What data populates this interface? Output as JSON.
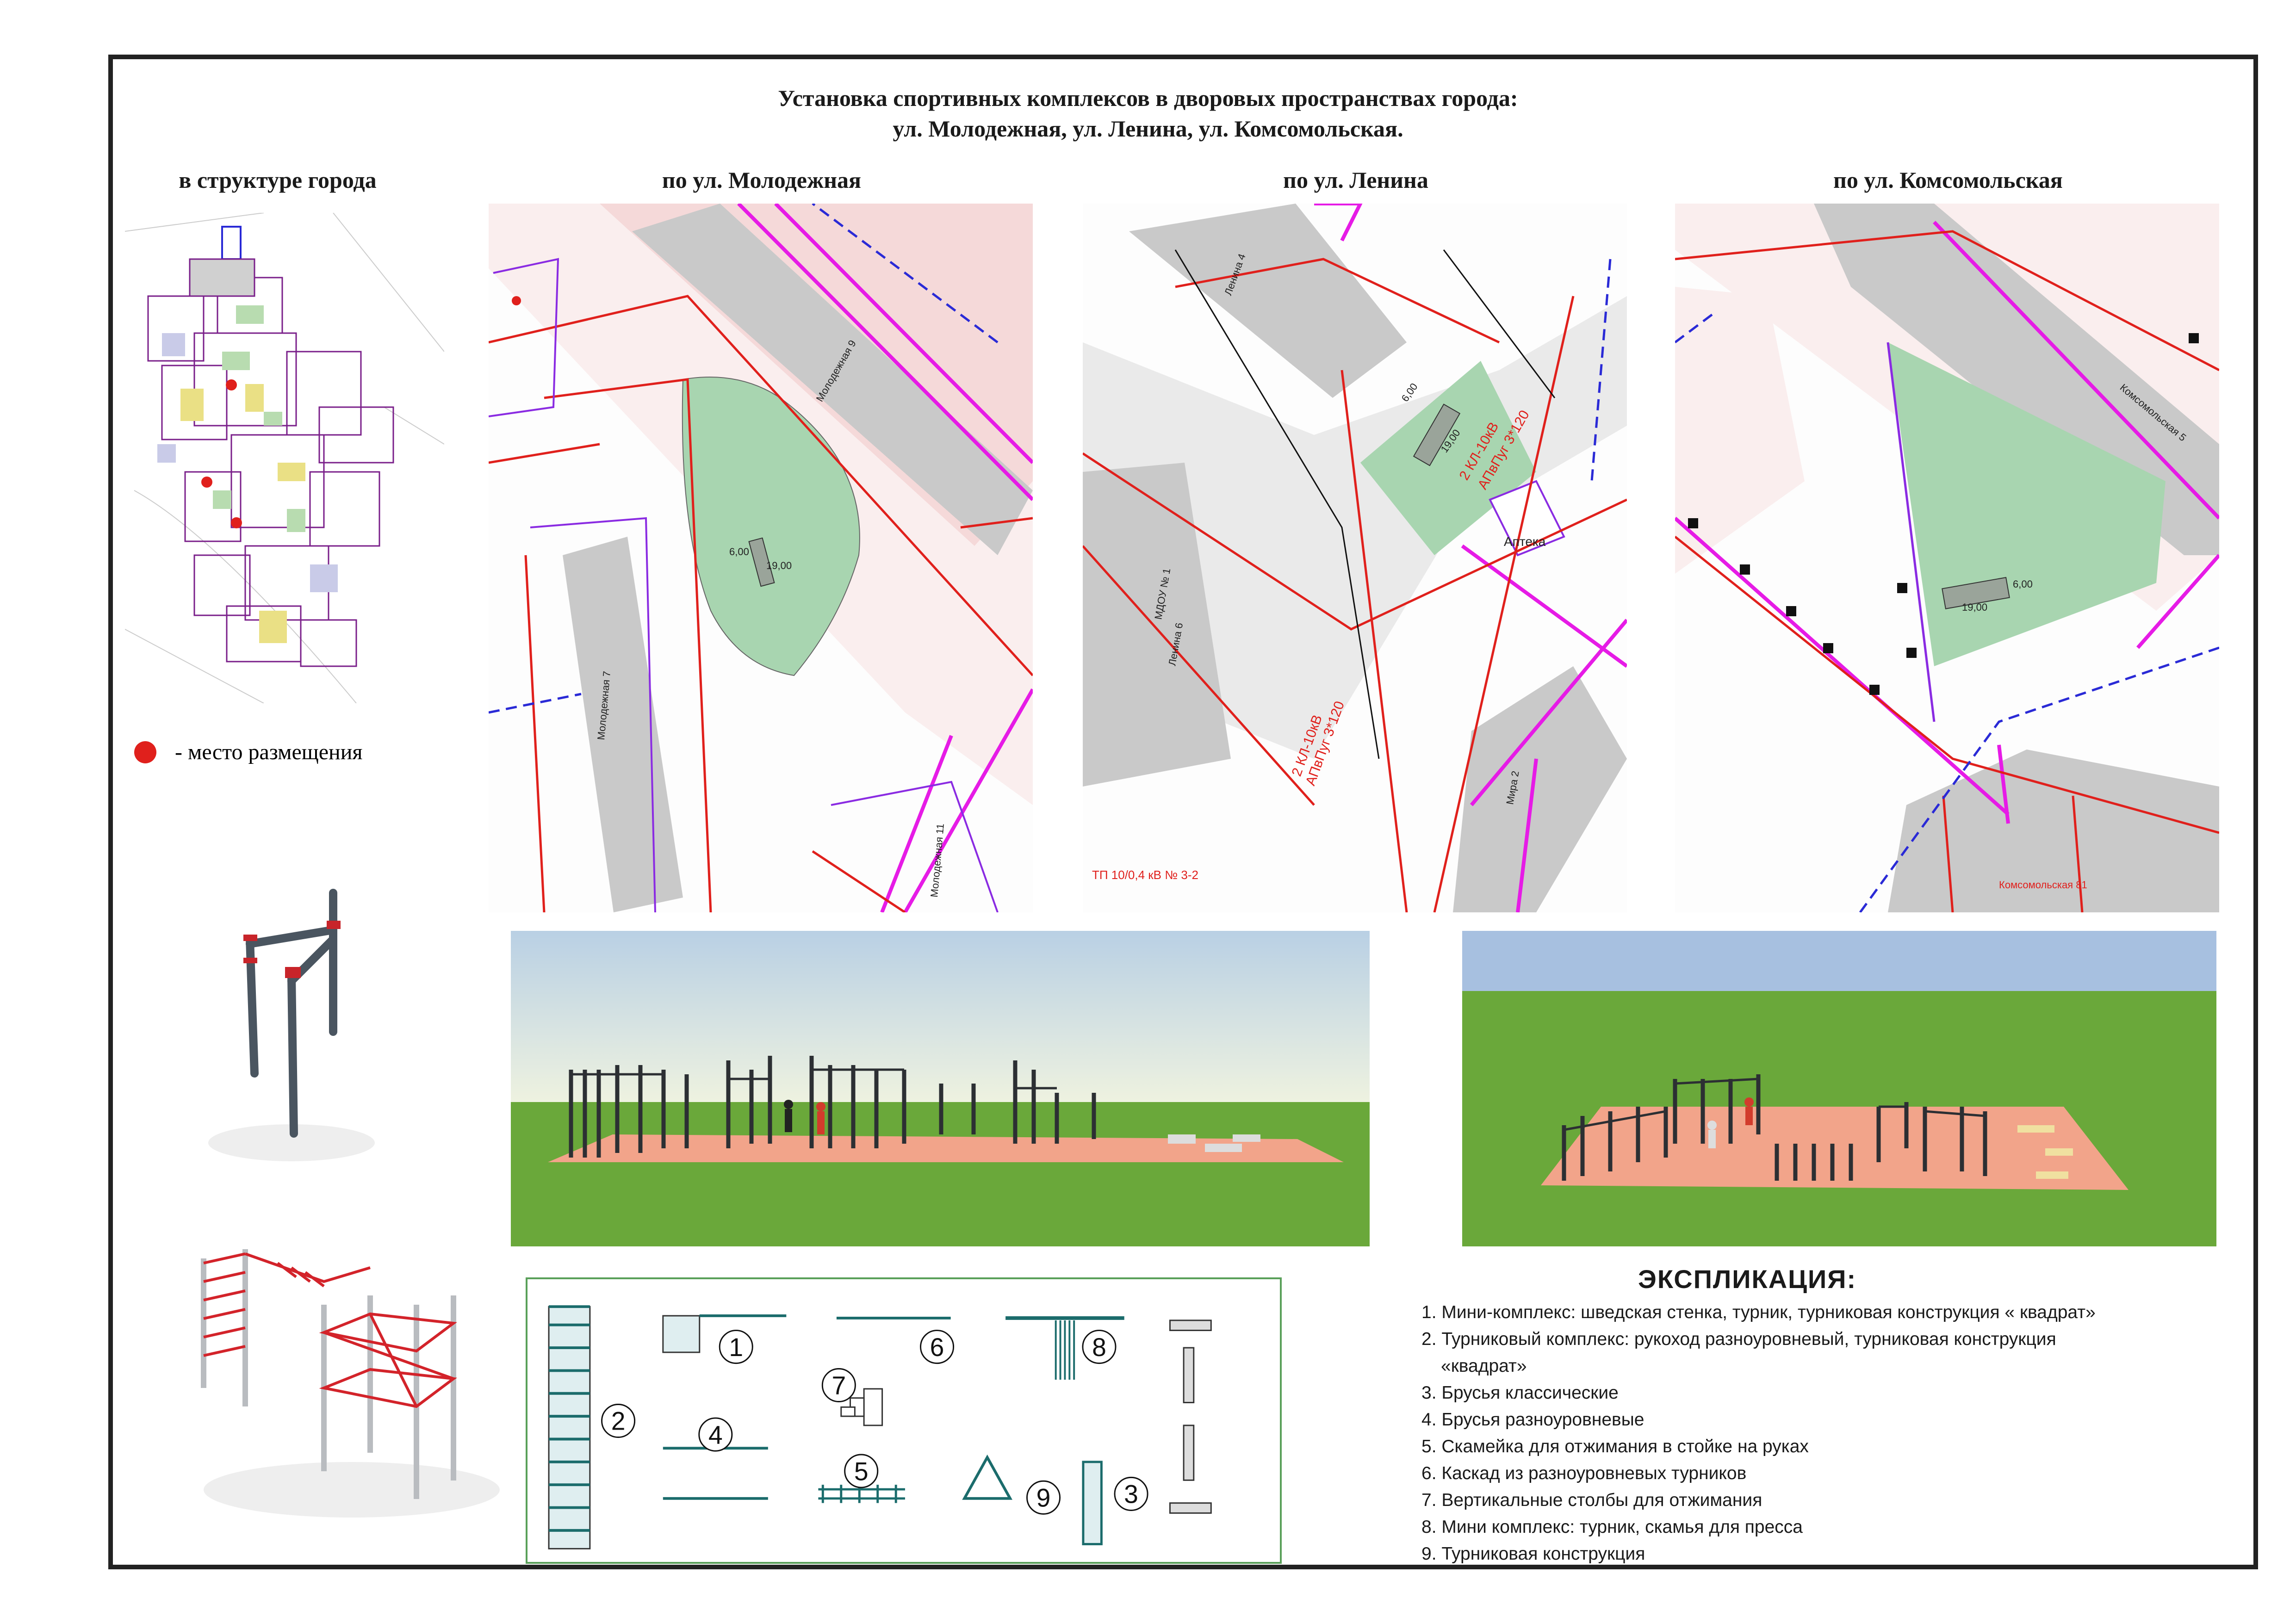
{
  "title": {
    "line1": "Установка спортивных комплексов в дворовых пространствах города:",
    "line2": "ул. Молодежная, ул. Ленина, ул. Комсомольская."
  },
  "sections": {
    "city": "в структуре города",
    "molodezhnaya": "по ул. Молодежная",
    "lenina": "по ул. Ленина",
    "komsomolskaya": "по ул. Комсомольская"
  },
  "legend": {
    "text": "- место размещения",
    "color": "#e0201c"
  },
  "maps": {
    "molodezhnaya": {
      "street1": "Молодежная 9",
      "street2": "Молодежная 7",
      "street3": "Молодежная 11",
      "dim_w": "19,00",
      "dim_h": "6,00"
    },
    "lenina": {
      "label1": "Ленина 4",
      "label2": "МДОУ № 1",
      "label3": "Ленина 6",
      "label4": "Аптека",
      "label5": "Мира 2",
      "cable1": "2 КЛ-10кВ",
      "cable2": "АПвПуг 3*120",
      "station": "ТП 10/0,4 кВ № 3-2",
      "dim_w": "19,00",
      "dim_h": "6,00"
    },
    "komsomolskaya": {
      "label1": "Комсомольская 5",
      "label2": "Комсомольская 81",
      "dim_w": "19,00",
      "dim_h": "6,00"
    }
  },
  "plan_numbers": [
    "1",
    "2",
    "3",
    "4",
    "5",
    "6",
    "7",
    "8",
    "9"
  ],
  "explication": {
    "title": "ЭКСПЛИКАЦИЯ:",
    "items": [
      "1. Мини-комплекс:  шведская стенка, турник, турниковая конструкция « квадрат»",
      "2. Турниковый комплекс: рукоход разноуровневый, турниковая конструкция",
      "«квадрат»",
      "3. Брусья классические",
      "4. Брусья разноуровневые",
      "5. Скамейка для отжимания в стойке на руках",
      "6. Каскад из разноуровневых турников",
      "7. Вертикальные столбы для отжимания",
      "8. Мини комплекс: турник, скамья для пресса",
      "9. Турниковая конструкция"
    ]
  },
  "colors": {
    "pink_line": "#e61be6",
    "red_line": "#e0201c",
    "green_area": "#a8d5b0",
    "purple_line": "#8a2be2",
    "ground": "#f2a48a",
    "grass": "#6aa83a"
  }
}
